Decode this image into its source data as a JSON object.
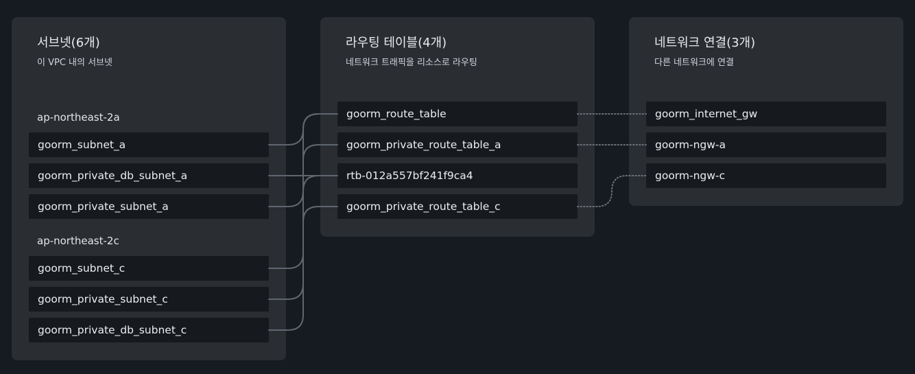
{
  "subnets_panel": {
    "title": "서브넷(6개)",
    "subtitle": "이 VPC 내의 서브넷",
    "groups": [
      {
        "az": "ap-northeast-2a",
        "items": [
          "goorm_subnet_a",
          "goorm_private_db_subnet_a",
          "goorm_private_subnet_a"
        ]
      },
      {
        "az": "ap-northeast-2c",
        "items": [
          "goorm_subnet_c",
          "goorm_private_subnet_c",
          "goorm_private_db_subnet_c"
        ]
      }
    ]
  },
  "routes_panel": {
    "title": "라우팅 테이블(4개)",
    "subtitle": "네트워크 트래픽을 리소스로 라우팅",
    "items": [
      "goorm_route_table",
      "goorm_private_route_table_a",
      "rtb-012a557bf241f9ca4",
      "goorm_private_route_table_c"
    ]
  },
  "connections_panel": {
    "title": "네트워크 연결(3개)",
    "subtitle": "다른 네트워크에 연결",
    "items": [
      "goorm_internet_gw",
      "goorm-ngw-a",
      "goorm-ngw-c"
    ]
  },
  "colors": {
    "background": "#161a21",
    "panel": "#2a2d32",
    "item": "#16191e",
    "link_line": "#5f6670",
    "link_dotted": "#6b7079"
  }
}
